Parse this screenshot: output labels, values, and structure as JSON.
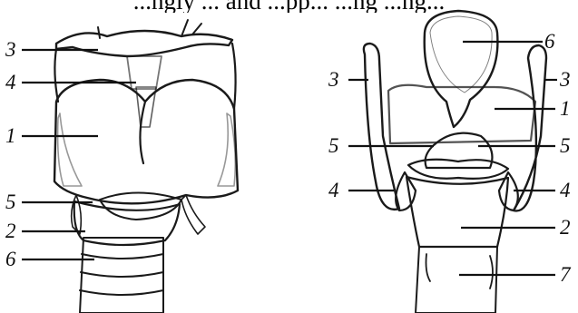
{
  "heading_fragment": "...ngly ... and ...pp... ...ng ...ng...",
  "left_view": {
    "labels": [
      "3",
      "4",
      "1",
      "5",
      "2",
      "6"
    ]
  },
  "right_view": {
    "labels_left": [
      "3",
      "5",
      "4"
    ],
    "labels_right": [
      "6",
      "3",
      "1",
      "5",
      "4",
      "2",
      "7"
    ]
  },
  "colors": {
    "ink": "#1a1a1a",
    "paper": "#ffffff"
  }
}
